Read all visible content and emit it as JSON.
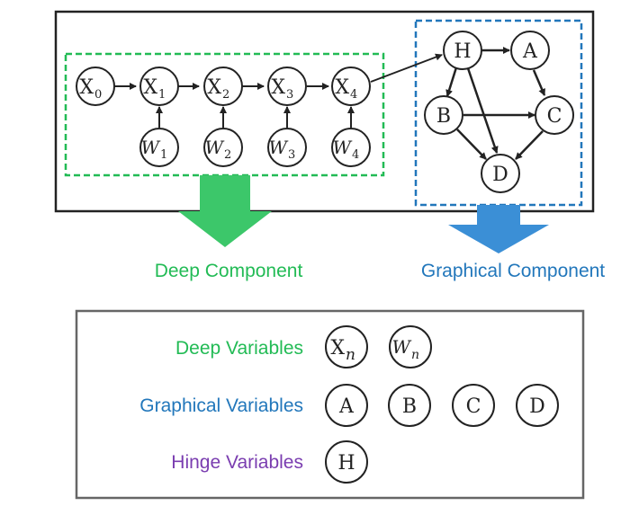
{
  "colors": {
    "deep": "#22bb55",
    "deep_arrow": "#3cc76a",
    "graphical": "#2277bb",
    "graphical_arrow": "#3b8fd6",
    "hinge": "#7a3db0",
    "frame": "#222222",
    "legend_frame": "#666666"
  },
  "sections": {
    "deep_label": "Deep Component",
    "graphical_label": "Graphical Component"
  },
  "deep_chain": {
    "x_nodes": [
      {
        "base": "X",
        "sub": "0"
      },
      {
        "base": "X",
        "sub": "1"
      },
      {
        "base": "X",
        "sub": "2"
      },
      {
        "base": "X",
        "sub": "3"
      },
      {
        "base": "X",
        "sub": "4"
      }
    ],
    "w_nodes": [
      {
        "base": "W",
        "sub": "1"
      },
      {
        "base": "W",
        "sub": "2"
      },
      {
        "base": "W",
        "sub": "3"
      },
      {
        "base": "W",
        "sub": "4"
      }
    ]
  },
  "graph_nodes": {
    "H": "H",
    "A": "A",
    "B": "B",
    "C": "C",
    "D": "D"
  },
  "legend": {
    "deep": {
      "label": "Deep Variables",
      "nodes": [
        {
          "base": "X",
          "sub": "n",
          "italic": false
        },
        {
          "base": "W",
          "sub": "n",
          "italic": true
        }
      ]
    },
    "graphical": {
      "label": "Graphical Variables",
      "nodes": [
        "A",
        "B",
        "C",
        "D"
      ]
    },
    "hinge": {
      "label": "Hinge Variables",
      "nodes": [
        "H"
      ]
    }
  }
}
